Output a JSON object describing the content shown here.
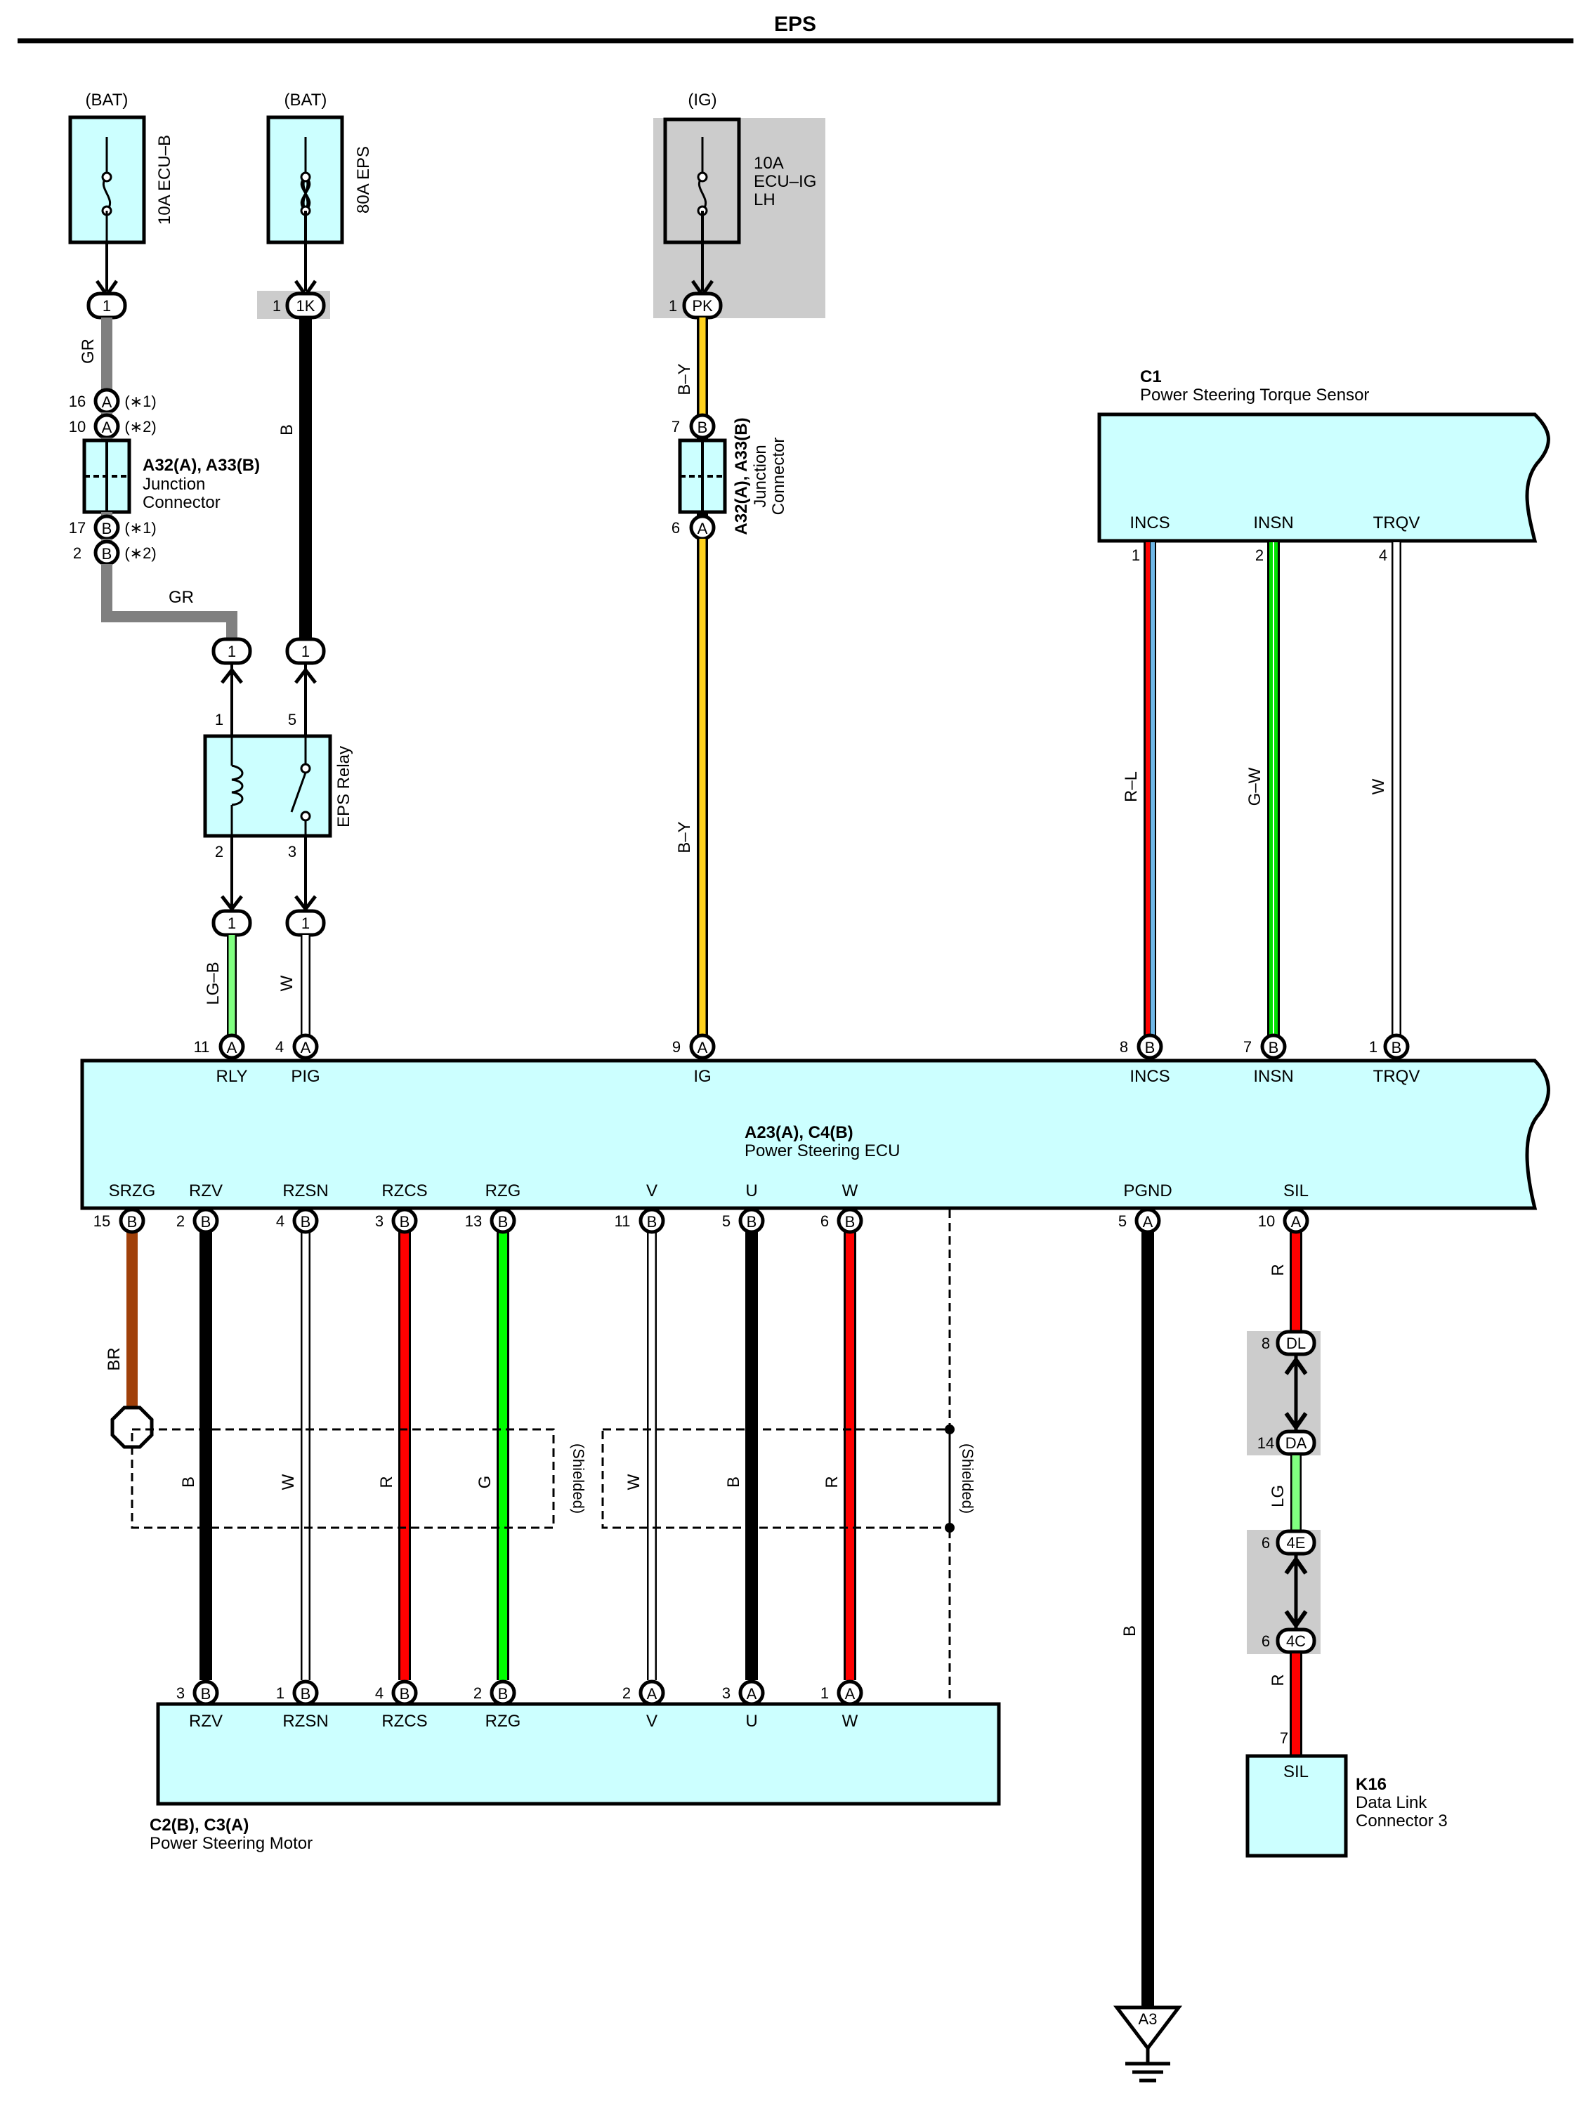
{
  "title": "EPS",
  "colors": {
    "box_fill": "#ccffff",
    "shade": "#cccccc",
    "wire_B": "#000000",
    "wire_GR": "#808080",
    "wire_R": "#ff0000",
    "wire_G": "#00ff00",
    "wire_LG": "#80ff80",
    "wire_BR": "#a0400a",
    "wire_Y": "#ffd21e",
    "wire_L": "#6fb8e8",
    "wire_W": "#ffffff"
  },
  "fuses": [
    {
      "source": "(BAT)",
      "label": "10A ECU–B",
      "terminal": "1"
    },
    {
      "source": "(BAT)",
      "label": "80A EPS",
      "terminal": "1K",
      "terminal_pin": "1"
    },
    {
      "source": "(IG)",
      "label_lines": [
        "10A",
        "ECU–IG",
        "LH"
      ],
      "terminal": "PK",
      "terminal_pin": "1"
    }
  ],
  "junction_left": {
    "lines": [
      "A32(A), A33(B)",
      "Junction",
      "Connector"
    ],
    "pins_in": [
      {
        "pin": "16",
        "c": "A",
        "note": "(∗1)"
      },
      {
        "pin": "10",
        "c": "A",
        "note": "(∗2)"
      }
    ],
    "pins_out": [
      {
        "pin": "17",
        "c": "B",
        "note": "(∗1)"
      },
      {
        "pin": "2",
        "c": "B",
        "note": "(∗2)"
      }
    ]
  },
  "junction_mid": {
    "lines": [
      "A32(A), A33(B)",
      "Junction",
      "Connector"
    ],
    "pin_in": {
      "pin": "7",
      "c": "B"
    },
    "pin_out": {
      "pin": "6",
      "c": "A"
    }
  },
  "relay": {
    "label": "EPS Relay",
    "pins": [
      "1",
      "5",
      "2",
      "3"
    ],
    "conn": "1"
  },
  "torque_sensor": {
    "code": "C1",
    "name": "Power Steering Torque Sensor",
    "pins": [
      {
        "name": "INCS",
        "num": "1"
      },
      {
        "name": "INSN",
        "num": "2"
      },
      {
        "name": "TRQV",
        "num": "4"
      }
    ]
  },
  "ecu": {
    "code": "A23(A), C4(B)",
    "name": "Power Steering ECU",
    "top_pins": [
      {
        "name": "RLY",
        "num": "11",
        "c": "A"
      },
      {
        "name": "PIG",
        "num": "4",
        "c": "A"
      },
      {
        "name": "IG",
        "num": "9",
        "c": "A"
      },
      {
        "name": "INCS",
        "num": "8",
        "c": "B"
      },
      {
        "name": "INSN",
        "num": "7",
        "c": "B"
      },
      {
        "name": "TRQV",
        "num": "1",
        "c": "B"
      }
    ],
    "bottom_pins": [
      {
        "name": "SRZG",
        "num": "15",
        "c": "B"
      },
      {
        "name": "RZV",
        "num": "2",
        "c": "B"
      },
      {
        "name": "RZSN",
        "num": "4",
        "c": "B"
      },
      {
        "name": "RZCS",
        "num": "3",
        "c": "B"
      },
      {
        "name": "RZG",
        "num": "13",
        "c": "B"
      },
      {
        "name": "V",
        "num": "11",
        "c": "B"
      },
      {
        "name": "U",
        "num": "5",
        "c": "B"
      },
      {
        "name": "W",
        "num": "6",
        "c": "B"
      },
      {
        "name": "PGND",
        "num": "5",
        "c": "A"
      },
      {
        "name": "SIL",
        "num": "10",
        "c": "A"
      }
    ]
  },
  "motor": {
    "code": "C2(B), C3(A)",
    "name": "Power Steering Motor",
    "pins": [
      {
        "name": "RZV",
        "num": "3",
        "c": "B"
      },
      {
        "name": "RZSN",
        "num": "1",
        "c": "B"
      },
      {
        "name": "RZCS",
        "num": "4",
        "c": "B"
      },
      {
        "name": "RZG",
        "num": "2",
        "c": "B"
      },
      {
        "name": "V",
        "num": "2",
        "c": "A"
      },
      {
        "name": "U",
        "num": "3",
        "c": "A"
      },
      {
        "name": "W",
        "num": "1",
        "c": "A"
      }
    ]
  },
  "dlc": {
    "code": "K16",
    "lines": [
      "Data Link",
      "Connector 3"
    ],
    "pin_name": "SIL",
    "pin_num": "7"
  },
  "joints": [
    {
      "pin": "8",
      "c": "DL"
    },
    {
      "pin": "14",
      "c": "DA"
    },
    {
      "pin": "6",
      "c": "4E"
    },
    {
      "pin": "6",
      "c": "4C"
    }
  ],
  "ground": "A3",
  "shielded": "(Shielded)",
  "wire_labels": {
    "gr": "GR",
    "b": "B",
    "by": "B–Y",
    "lgb": "LG–B",
    "w": "W",
    "rl": "R–L",
    "gw": "G–W",
    "br": "BR",
    "r": "R",
    "g": "G",
    "lg": "LG"
  }
}
